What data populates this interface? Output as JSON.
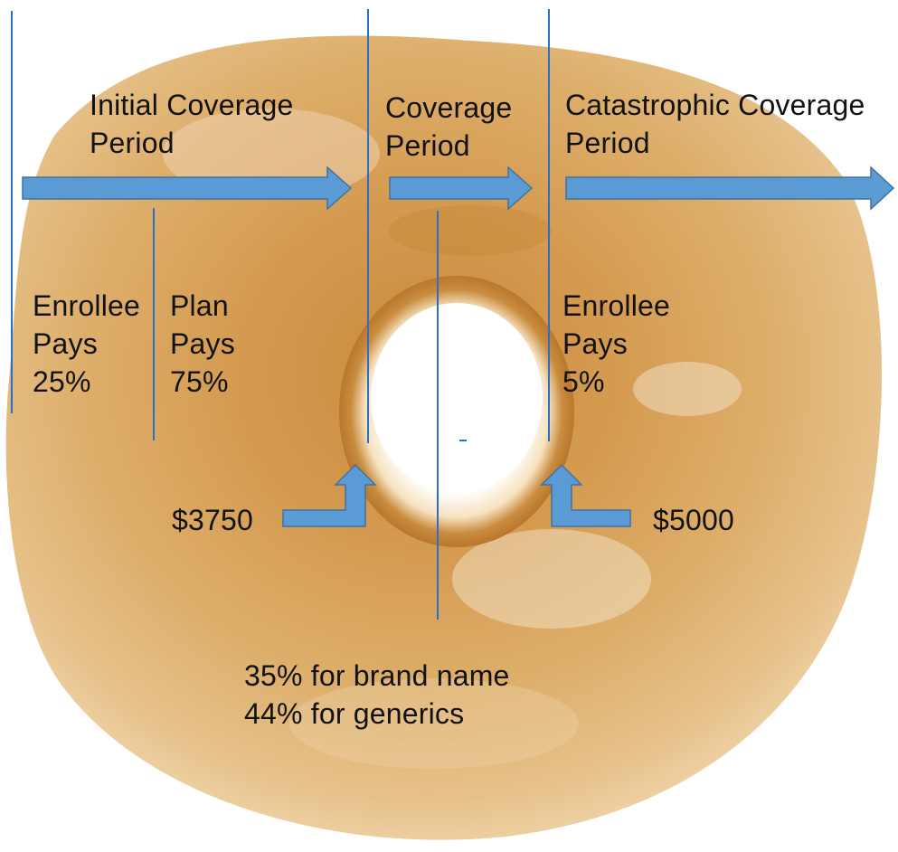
{
  "colors": {
    "arrow_fill": "#5b9bd5",
    "arrow_stroke": "#41719c",
    "divider_line": "#2e6fc6",
    "bagel_crust": "#d9a45b",
    "text": "#111111"
  },
  "periods": [
    {
      "id": "initial",
      "line1": "Initial Coverage",
      "line2": "Period"
    },
    {
      "id": "gap",
      "line1": "Coverage",
      "line2": "Period"
    },
    {
      "id": "catastrophic",
      "line1": "Catastrophic Coverage",
      "line2": "Period"
    }
  ],
  "shares": [
    {
      "id": "initial-enrollee",
      "line1": "Enrollee",
      "line2": "Pays",
      "line3": "25%"
    },
    {
      "id": "initial-plan",
      "line1": "Plan",
      "line2": "Pays",
      "line3": "75%"
    },
    {
      "id": "catastrophic-enrollee",
      "line1": "Enrollee",
      "line2": "Pays",
      "line3": "5%"
    }
  ],
  "thresholds": [
    "$3750",
    "$5000"
  ],
  "gap_note": {
    "line1": "35% for brand name",
    "line2": "44% for generics"
  },
  "image_description_icon": "bagel-image"
}
